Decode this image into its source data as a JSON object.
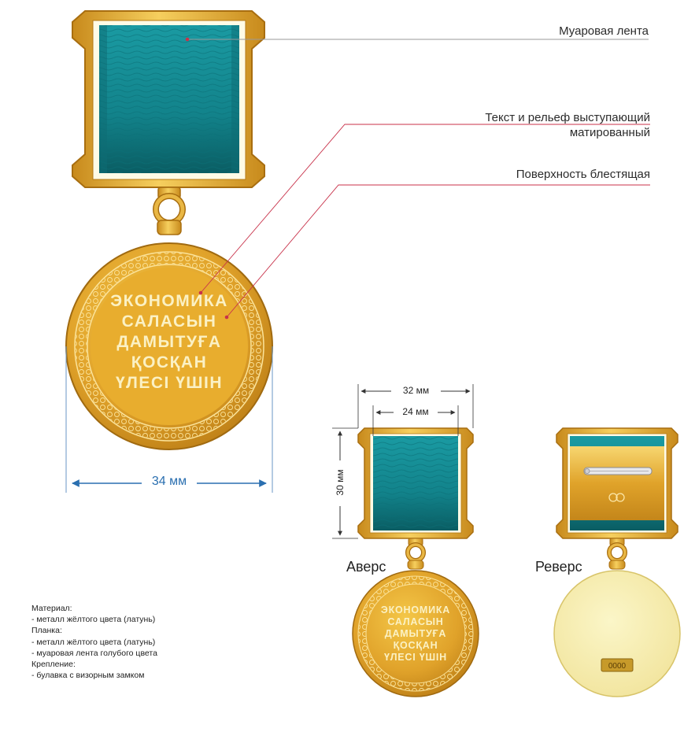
{
  "colors": {
    "gold_light": "#f6d874",
    "gold": "#e2aa2c",
    "gold_dark": "#b77712",
    "ribbon": "#138c93",
    "ribbon_dark": "#0b6168",
    "dimension_blue": "#2a6fb0",
    "leader_red": "#c8324a",
    "reverse_disc": "#f9f1b6"
  },
  "callouts": {
    "ribbon": "Муаровая лента",
    "relief_line1": "Текст и рельеф выступающий",
    "relief_line2": "матированный",
    "surface": "Поверхность блестящая"
  },
  "medal_inscription": [
    "ЭКОНОМИКА",
    "САЛАСЫН",
    "ДАМЫТУҒА",
    "ҚОСҚАН",
    "ҮЛЕСІ ҮШІН"
  ],
  "dimensions": {
    "diameter": "34 мм",
    "bar_outer_width": "32 мм",
    "ribbon_width": "24 мм",
    "bar_height": "30 мм"
  },
  "labels": {
    "obverse": "Аверс",
    "reverse": "Реверс",
    "reverse_plate": "0000"
  },
  "materials": [
    "Материал:",
    "- металл жёлтого цвета (латунь)",
    "Планка:",
    "- металл жёлтого цвета (латунь)",
    "- муаровая  лента голубого цвета",
    "Крепление:",
    "- булавка с визорным замком"
  ]
}
